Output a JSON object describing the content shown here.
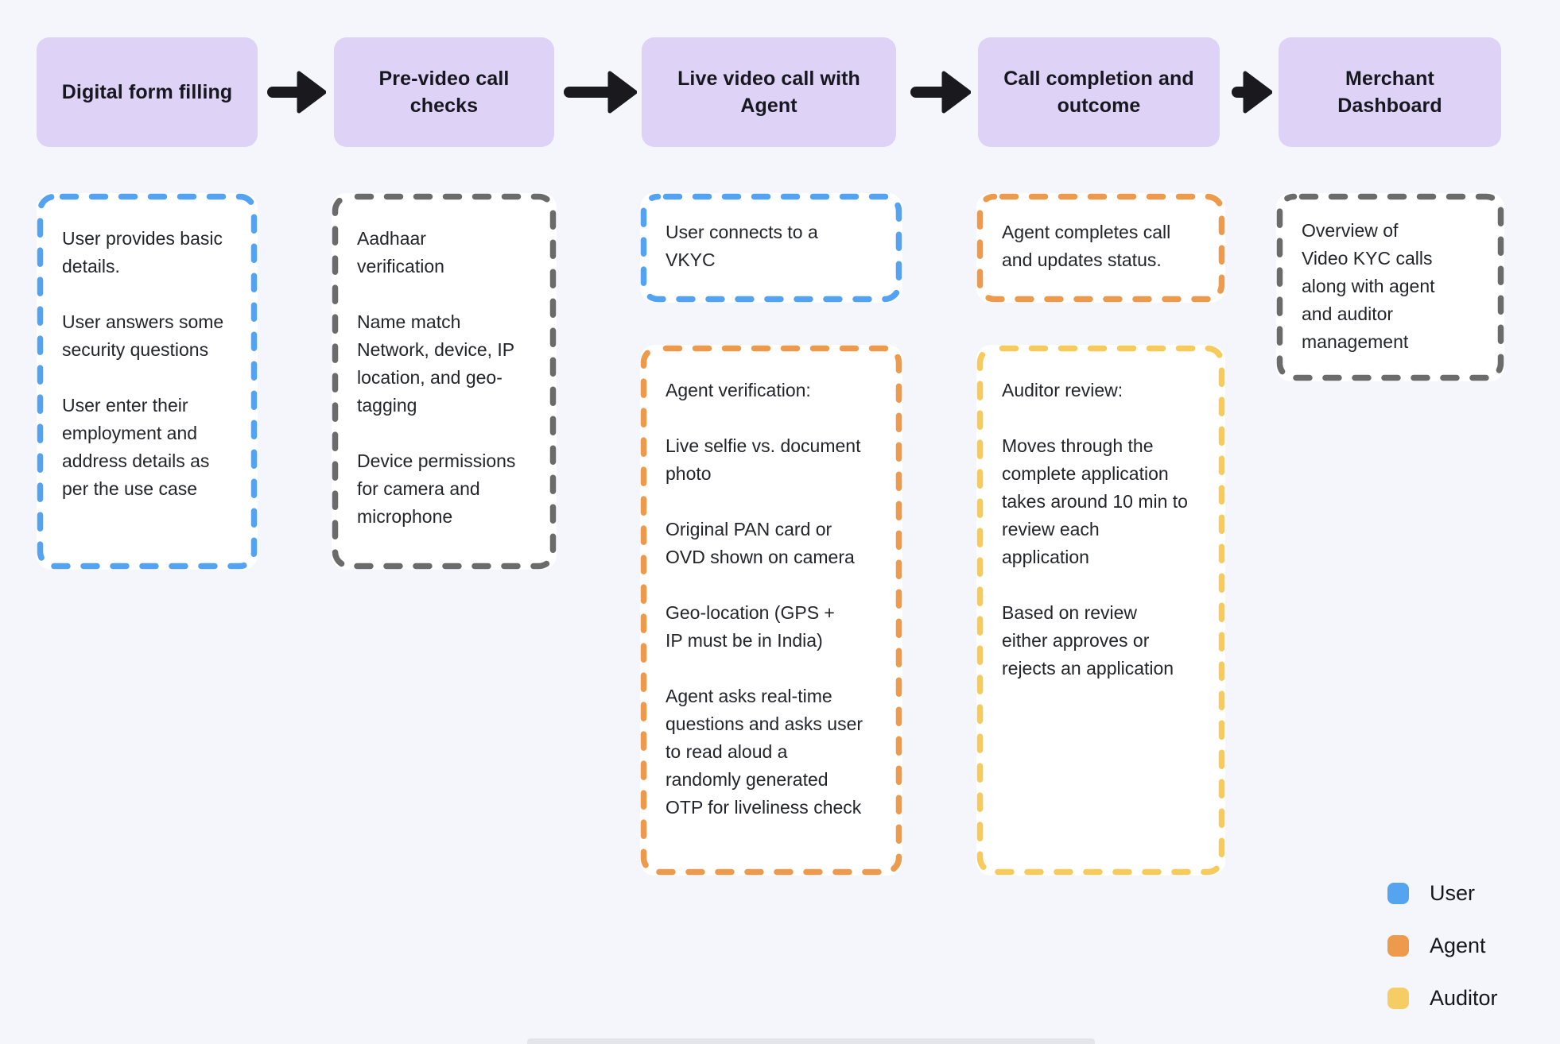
{
  "palette": {
    "background": "#f4f6fb",
    "stage_fill": "#ded2f7",
    "arrow": "#1a1a1e",
    "user_blue": "#55a4f0",
    "agent_orange": "#ee9a4d",
    "auditor_yellow": "#f6cd64",
    "neutral_gray": "#6b6b6b",
    "text_dark": "#232529"
  },
  "columns": [
    {
      "stage": "Digital form filling",
      "cards": [
        {
          "actor": "user",
          "paragraphs": [
            "User provides basic\ndetails.",
            "User answers some\nsecurity questions",
            "User enter their\nemployment and\naddress details as\nper the use case"
          ]
        }
      ]
    },
    {
      "stage": "Pre-video call\nchecks",
      "cards": [
        {
          "actor": "neutral",
          "paragraphs": [
            "Aadhaar\nverification",
            "Name match\nNetwork, device, IP\nlocation, and geo-\ntagging",
            "Device permissions\nfor camera and\nmicrophone"
          ]
        }
      ]
    },
    {
      "stage": "Live video call with\nAgent",
      "cards": [
        {
          "actor": "user",
          "paragraphs": [
            "User connects to a\nVKYC"
          ]
        },
        {
          "actor": "agent",
          "paragraphs": [
            "Agent verification:",
            "Live selfie vs. document\nphoto",
            "Original PAN card or\nOVD shown on camera",
            "Geo-location (GPS +\nIP must be in India)",
            "Agent asks real-time\nquestions and asks user\nto read aloud a\nrandomly generated\nOTP for liveliness check"
          ]
        }
      ]
    },
    {
      "stage": "Call completion and\noutcome",
      "cards": [
        {
          "actor": "agent",
          "paragraphs": [
            "Agent completes call\nand updates status."
          ]
        },
        {
          "actor": "auditor",
          "paragraphs": [
            "Auditor review:",
            "Moves through the\ncomplete application\ntakes around 10 min to\nreview each\napplication",
            "Based on review\neither approves or\nrejects an application"
          ]
        }
      ]
    },
    {
      "stage": "Merchant\nDashboard",
      "cards": [
        {
          "actor": "neutral",
          "paragraphs": [
            "Overview of\nVideo KYC calls\nalong with agent\nand auditor\nmanagement"
          ]
        }
      ]
    }
  ],
  "legend": {
    "items": [
      {
        "label": "User",
        "color": "#55a4f0"
      },
      {
        "label": "Agent",
        "color": "#ee9a4d"
      },
      {
        "label": "Auditor",
        "color": "#f6cd64"
      }
    ]
  }
}
